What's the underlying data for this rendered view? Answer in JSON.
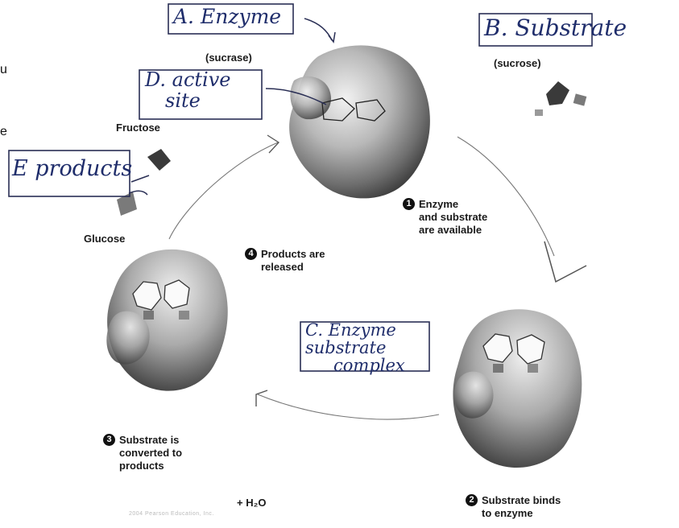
{
  "labels": {
    "enzyme_name": "(sucrase)",
    "substrate_name": "(sucrose)",
    "fructose": "Fructose",
    "glucose": "Glucose",
    "water": "+ H₂O",
    "credit": "2004 Pearson Education, Inc."
  },
  "handwritten": {
    "a": "A. Enzyme",
    "b": "B. Substrate",
    "c_line1": "C. Enzyme",
    "c_line2": "substrate",
    "c_line3": "complex",
    "d_line1": "D. active",
    "d_line2": "site",
    "e": "E products"
  },
  "left_margin": {
    "line1": "u",
    "line2": "e"
  },
  "steps": [
    {
      "num": "1",
      "text": "Enzyme\nand substrate\nare available"
    },
    {
      "num": "2",
      "text": "Substrate binds\nto enzyme"
    },
    {
      "num": "3",
      "text": "Substrate is\nconverted to\nproducts"
    },
    {
      "num": "4",
      "text": "Products are\nreleased"
    }
  ]
}
